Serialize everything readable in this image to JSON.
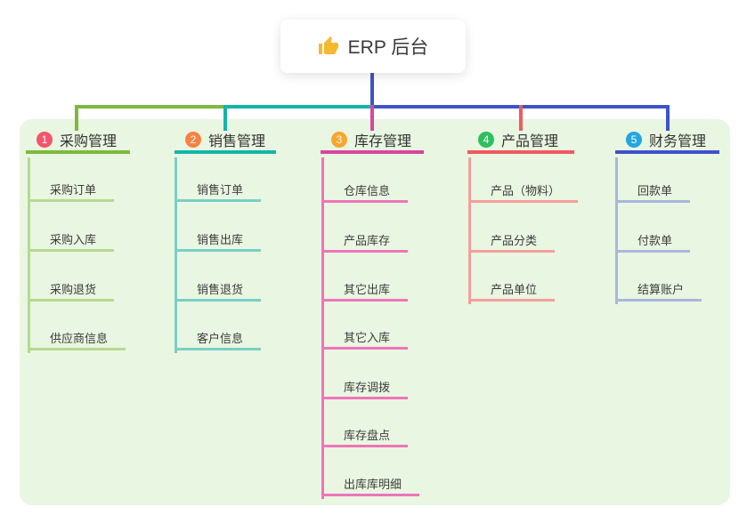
{
  "root": {
    "icon": "thumbs-up-icon",
    "label": "ERP 后台"
  },
  "colors": {
    "panel_background": "#e9f6e1",
    "root_connector": "#3e52c9",
    "text": "#333333"
  },
  "branches": [
    {
      "number": "1",
      "label": "采购管理",
      "badge_color": "#f2566b",
      "line_color": "#7cb93e",
      "child_line_color": "#b6d98f",
      "children": [
        "采购订单",
        "采购入库",
        "采购退货",
        "供应商信息"
      ]
    },
    {
      "number": "2",
      "label": "销售管理",
      "badge_color": "#f98243",
      "line_color": "#14b5a9",
      "child_line_color": "#79cfc6",
      "children": [
        "销售订单",
        "销售出库",
        "销售退货",
        "客户信息"
      ]
    },
    {
      "number": "3",
      "label": "库存管理",
      "badge_color": "#f7a72e",
      "line_color": "#d6479e",
      "child_line_color": "#ef74ba",
      "children": [
        "仓库信息",
        "产品库存",
        "其它出库",
        "其它入库",
        "库存调拨",
        "库存盘点",
        "出库库明细"
      ]
    },
    {
      "number": "4",
      "label": "产品管理",
      "badge_color": "#2fbe5f",
      "line_color": "#f05a60",
      "child_line_color": "#f59e9b",
      "children": [
        "产品（物料）",
        "产品分类",
        "产品单位"
      ]
    },
    {
      "number": "5",
      "label": "财务管理",
      "badge_color": "#23a6df",
      "line_color": "#3e52c9",
      "child_line_color": "#a9b7dd",
      "children": [
        "回款单",
        "付款单",
        "结算账户"
      ]
    }
  ]
}
